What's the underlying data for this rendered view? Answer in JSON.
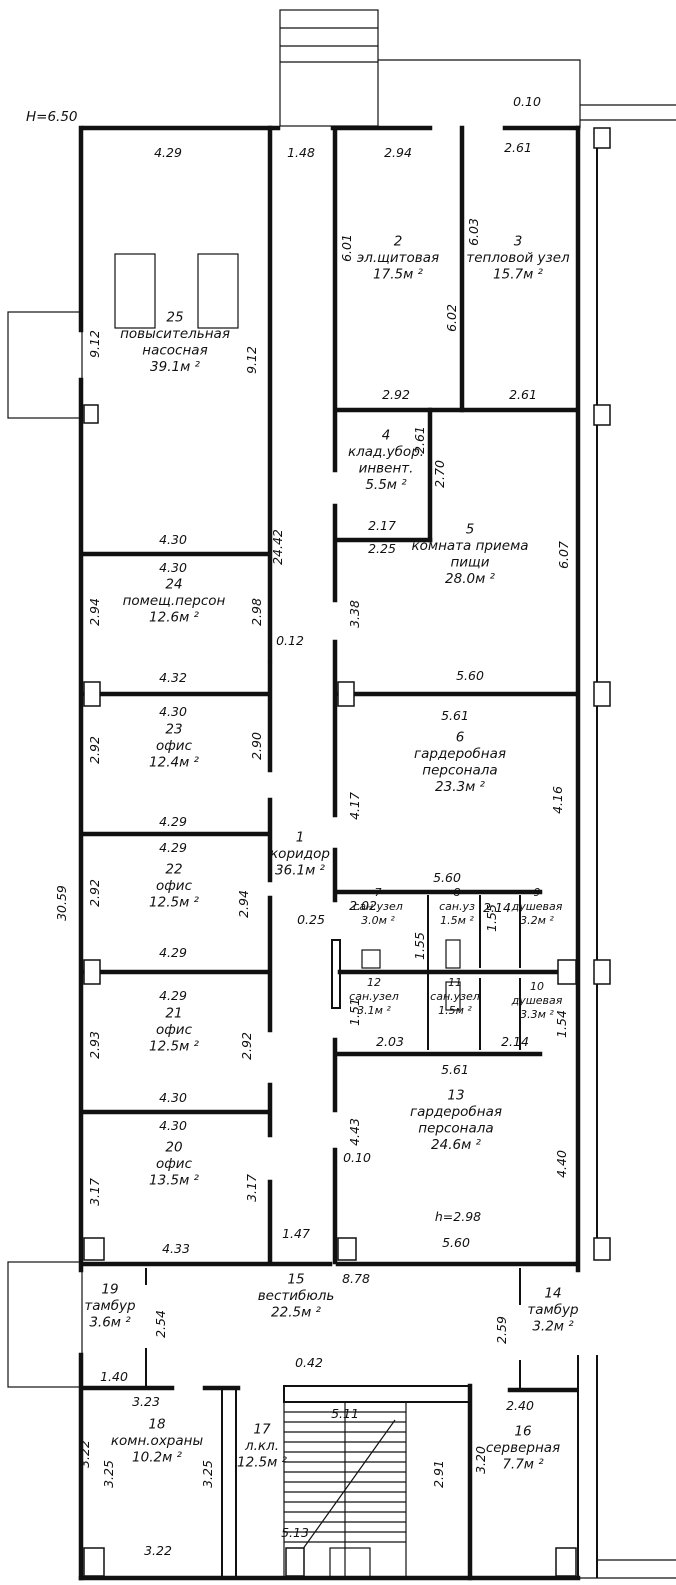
{
  "height_mark": "H=6.50",
  "rooms": [
    {
      "id": "1",
      "n": "1",
      "name": [
        "коридор"
      ],
      "area": "36.1м ²"
    },
    {
      "id": "2",
      "n": "2",
      "name": [
        "эл.щитовая"
      ],
      "area": "17.5м ²"
    },
    {
      "id": "3",
      "n": "3",
      "name": [
        "тепловой узел"
      ],
      "area": "15.7м ²"
    },
    {
      "id": "4",
      "n": "4",
      "name": [
        "клад.убор.",
        "инвент."
      ],
      "area": "5.5м ²"
    },
    {
      "id": "5",
      "n": "5",
      "name": [
        "комната приема",
        "пищи"
      ],
      "area": "28.0м ²"
    },
    {
      "id": "6",
      "n": "6",
      "name": [
        "гардеробная",
        "персонала"
      ],
      "area": "23.3м ²"
    },
    {
      "id": "7",
      "n": "7",
      "name": [
        "сан.узел"
      ],
      "area": "3.0м ²"
    },
    {
      "id": "8",
      "n": "8",
      "name": [
        "сан.уз"
      ],
      "area": "1.5м ²"
    },
    {
      "id": "9",
      "n": "9",
      "name": [
        "душевая"
      ],
      "area": "3.2м ²"
    },
    {
      "id": "10",
      "n": "10",
      "name": [
        "душевая"
      ],
      "area": "3.3м ²"
    },
    {
      "id": "11",
      "n": "11",
      "name": [
        "сан.узел"
      ],
      "area": "1.5м ²"
    },
    {
      "id": "12",
      "n": "12",
      "name": [
        "сан.узел"
      ],
      "area": "3.1м ²"
    },
    {
      "id": "13",
      "n": "13",
      "name": [
        "гардеробная",
        "персонала"
      ],
      "area": "24.6м ²"
    },
    {
      "id": "14",
      "n": "14",
      "name": [
        "тамбур"
      ],
      "area": "3.2м ²"
    },
    {
      "id": "15",
      "n": "15",
      "name": [
        "вестибюль"
      ],
      "area": "22.5м ²"
    },
    {
      "id": "16",
      "n": "16",
      "name": [
        "серверная"
      ],
      "area": "7.7м ²"
    },
    {
      "id": "17",
      "n": "17",
      "name": [
        "л.кл."
      ],
      "area": "12.5м ²"
    },
    {
      "id": "18",
      "n": "18",
      "name": [
        "комн.охраны"
      ],
      "area": "10.2м ²"
    },
    {
      "id": "19",
      "n": "19",
      "name": [
        "тамбур"
      ],
      "area": "3.6м ²"
    },
    {
      "id": "20",
      "n": "20",
      "name": [
        "офис"
      ],
      "area": "13.5м ²"
    },
    {
      "id": "21",
      "n": "21",
      "name": [
        "офис"
      ],
      "area": "12.5м ²"
    },
    {
      "id": "22",
      "n": "22",
      "name": [
        "офис"
      ],
      "area": "12.5м ²"
    },
    {
      "id": "23",
      "n": "23",
      "name": [
        "офис"
      ],
      "area": "12.4м ²"
    },
    {
      "id": "24",
      "n": "24",
      "name": [
        "помещ.персон"
      ],
      "area": "12.6м ²"
    },
    {
      "id": "25",
      "n": "25",
      "name": [
        "повысительная",
        "насосная"
      ],
      "area": "39.1м ²"
    }
  ],
  "dims": [
    {
      "id": "d01",
      "v": "4.29"
    },
    {
      "id": "d02",
      "v": "1.48"
    },
    {
      "id": "d03",
      "v": "2.94"
    },
    {
      "id": "d04",
      "v": "0.10"
    },
    {
      "id": "d05",
      "v": "2.61"
    },
    {
      "id": "d06",
      "v": "6.01"
    },
    {
      "id": "d07",
      "v": "6.03"
    },
    {
      "id": "d08",
      "v": "6.02"
    },
    {
      "id": "d09",
      "v": "9.12"
    },
    {
      "id": "d10",
      "v": "9.12"
    },
    {
      "id": "d11",
      "v": "2.92"
    },
    {
      "id": "d12",
      "v": "2.61"
    },
    {
      "id": "d13",
      "v": "2.61"
    },
    {
      "id": "d14",
      "v": "2.70"
    },
    {
      "id": "d15",
      "v": "2.17"
    },
    {
      "id": "d16",
      "v": "4.30"
    },
    {
      "id": "d17",
      "v": "24.42"
    },
    {
      "id": "d18",
      "v": "2.25"
    },
    {
      "id": "d19",
      "v": "6.07"
    },
    {
      "id": "d20",
      "v": "4.30"
    },
    {
      "id": "d21",
      "v": "2.94"
    },
    {
      "id": "d22",
      "v": "2.98"
    },
    {
      "id": "d23",
      "v": "0.12"
    },
    {
      "id": "d24",
      "v": "3.38"
    },
    {
      "id": "d25",
      "v": "4.32"
    },
    {
      "id": "d26",
      "v": "5.60"
    },
    {
      "id": "d27",
      "v": "4.30"
    },
    {
      "id": "d28",
      "v": "5.61"
    },
    {
      "id": "d29",
      "v": "2.92"
    },
    {
      "id": "d30",
      "v": "2.90"
    },
    {
      "id": "d31",
      "v": "4.17"
    },
    {
      "id": "d32",
      "v": "4.16"
    },
    {
      "id": "d33",
      "v": "4.29"
    },
    {
      "id": "d34",
      "v": "4.29"
    },
    {
      "id": "d35",
      "v": "5.60"
    },
    {
      "id": "d36",
      "v": "30.59"
    },
    {
      "id": "d37",
      "v": "2.92"
    },
    {
      "id": "d38",
      "v": "2.94"
    },
    {
      "id": "d39",
      "v": "2.02"
    },
    {
      "id": "d40",
      "v": "2.14"
    },
    {
      "id": "d41",
      "v": "0.25"
    },
    {
      "id": "d42",
      "v": "1.55"
    },
    {
      "id": "d43",
      "v": "1.55"
    },
    {
      "id": "d44",
      "v": "4.29"
    },
    {
      "id": "d45",
      "v": "4.29"
    },
    {
      "id": "d46",
      "v": "1.54"
    },
    {
      "id": "d47",
      "v": "1.51"
    },
    {
      "id": "d48",
      "v": "2.93"
    },
    {
      "id": "d49",
      "v": "2.92"
    },
    {
      "id": "d50",
      "v": "2.03"
    },
    {
      "id": "d51",
      "v": "2.14"
    },
    {
      "id": "d52",
      "v": "5.61"
    },
    {
      "id": "d53",
      "v": "4.30"
    },
    {
      "id": "d54",
      "v": "4.30"
    },
    {
      "id": "d55",
      "v": "4.43"
    },
    {
      "id": "d56",
      "v": "0.10"
    },
    {
      "id": "d57",
      "v": "4.40"
    },
    {
      "id": "d58",
      "v": "3.17"
    },
    {
      "id": "d59",
      "v": "3.17"
    },
    {
      "id": "d60",
      "v": "h=2.98"
    },
    {
      "id": "d61",
      "v": "4.33"
    },
    {
      "id": "d62",
      "v": "1.47"
    },
    {
      "id": "d63",
      "v": "5.60"
    },
    {
      "id": "d64",
      "v": "8.78"
    },
    {
      "id": "d65",
      "v": "2.54"
    },
    {
      "id": "d66",
      "v": "2.59"
    },
    {
      "id": "d67",
      "v": "1.40"
    },
    {
      "id": "d68",
      "v": "0.42"
    },
    {
      "id": "d69",
      "v": "3.23"
    },
    {
      "id": "d70",
      "v": "2.40"
    },
    {
      "id": "d71",
      "v": "5.11"
    },
    {
      "id": "d72",
      "v": "3.22"
    },
    {
      "id": "d73",
      "v": "3.25"
    },
    {
      "id": "d74",
      "v": "3.25"
    },
    {
      "id": "d75",
      "v": "2.91"
    },
    {
      "id": "d76",
      "v": "3.20"
    },
    {
      "id": "d77",
      "v": "5.13"
    },
    {
      "id": "d78",
      "v": "3.22"
    }
  ]
}
